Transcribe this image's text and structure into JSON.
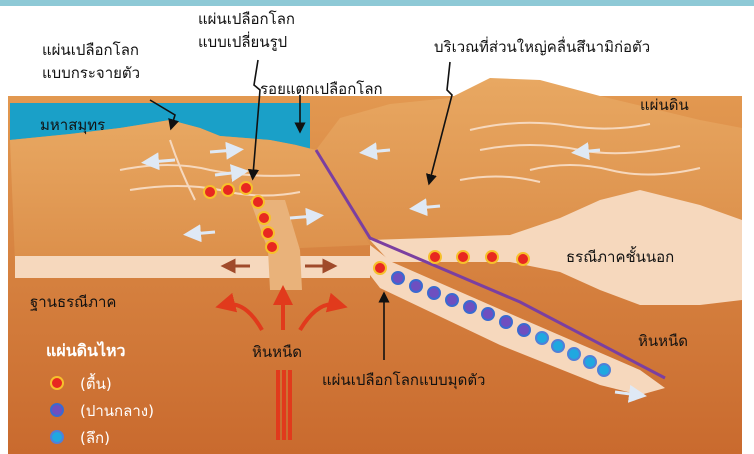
{
  "labels": {
    "divergent_plate_1": "แผ่นเปลือกโลก",
    "divergent_plate_2": "แบบกระจายตัว",
    "transform_plate_1": "แผ่นเปลือกโลก",
    "transform_plate_2": "แบบเปลี่ยนรูป",
    "tsunami_zone": "บริเวณที่ส่วนใหญ่คลื่นสึนามิก่อตัว",
    "fault": "รอยแตกเปลือกโลก",
    "ocean": "มหาสมุทร",
    "land": "แผ่นดิน",
    "lithosphere": "ธรณีภาคชั้นนอก",
    "asthenosphere": "ฐานธรณีภาค",
    "magma_center": "หินหนืด",
    "magma_right": "หินหนืด",
    "subducting_plate": "แผ่นเปลือกโลกแบบมุดตัว"
  },
  "legend": {
    "title": "แผ่นดินไหว",
    "items": [
      {
        "label": "(ตื้น)",
        "color": "#e82820"
      },
      {
        "label": "(ปานกลาง)",
        "color": "#6e4fc0"
      },
      {
        "label": "(ลึก)",
        "color": "#20a8e0"
      }
    ]
  },
  "colors": {
    "ocean": "#1aa0c8",
    "crust": "#e39a55",
    "mantle": "#d6813e",
    "lithosphere_band": "#f6d8bd",
    "arrow_white": "#dfe9f5",
    "arrow_red": "#e13a1c",
    "subduction_line": "#7b3fa0"
  }
}
